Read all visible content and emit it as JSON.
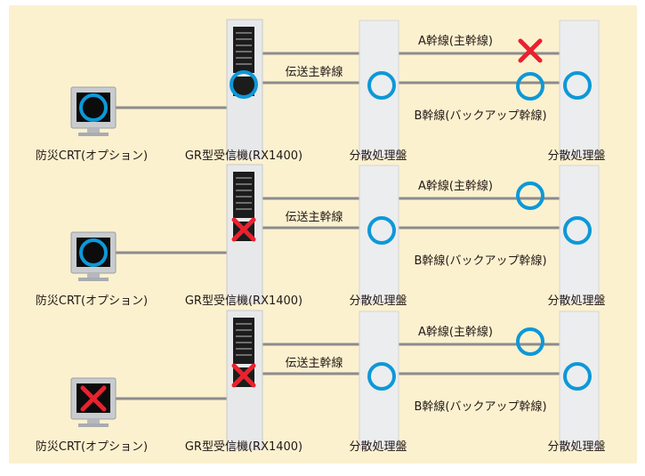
{
  "colors": {
    "background": "#fbf1cf",
    "line": "#8c8c8c",
    "tower": "#ecedee",
    "ok_circle": "#0d98d8",
    "fail_cross": "#e8222f",
    "text": "#231815"
  },
  "icons": {
    "ok": "circle-icon",
    "fail": "cross-icon",
    "crt": "crt-monitor-icon",
    "receiver": "server-tower-icon",
    "panel": "panel-tower-icon"
  },
  "rows": [
    {
      "labels": {
        "crt": "防災CRT(オプション)",
        "receiver": "GR型受信機(RX1400)",
        "panel1": "分散処理盤",
        "panel2": "分散処理盤",
        "trunk": "伝送主幹線",
        "line_a": "A幹線(主幹線)",
        "line_b": "B幹線(バックアップ幹線)"
      },
      "status": {
        "crt": "ok",
        "receiver": "ok",
        "panel1": "ok",
        "line_a": "fail",
        "line_b": "ok",
        "panel2": "ok"
      }
    },
    {
      "labels": {
        "crt": "防災CRT(オプション)",
        "receiver": "GR型受信機(RX1400)",
        "panel1": "分散処理盤",
        "panel2": "分散処理盤",
        "trunk": "伝送主幹線",
        "line_a": "A幹線(主幹線)",
        "line_b": "B幹線(バックアップ幹線)"
      },
      "status": {
        "crt": "ok",
        "receiver": "fail",
        "panel1": "ok",
        "line_a": "ok",
        "line_b": "none",
        "panel2": "ok"
      }
    },
    {
      "labels": {
        "crt": "防災CRT(オプション)",
        "receiver": "GR型受信機(RX1400)",
        "panel1": "分散処理盤",
        "panel2": "分散処理盤",
        "trunk": "伝送主幹線",
        "line_a": "A幹線(主幹線)",
        "line_b": "B幹線(バックアップ幹線)"
      },
      "status": {
        "crt": "fail",
        "receiver": "fail",
        "panel1": "ok",
        "line_a": "ok",
        "line_b": "none",
        "panel2": "ok"
      }
    }
  ]
}
